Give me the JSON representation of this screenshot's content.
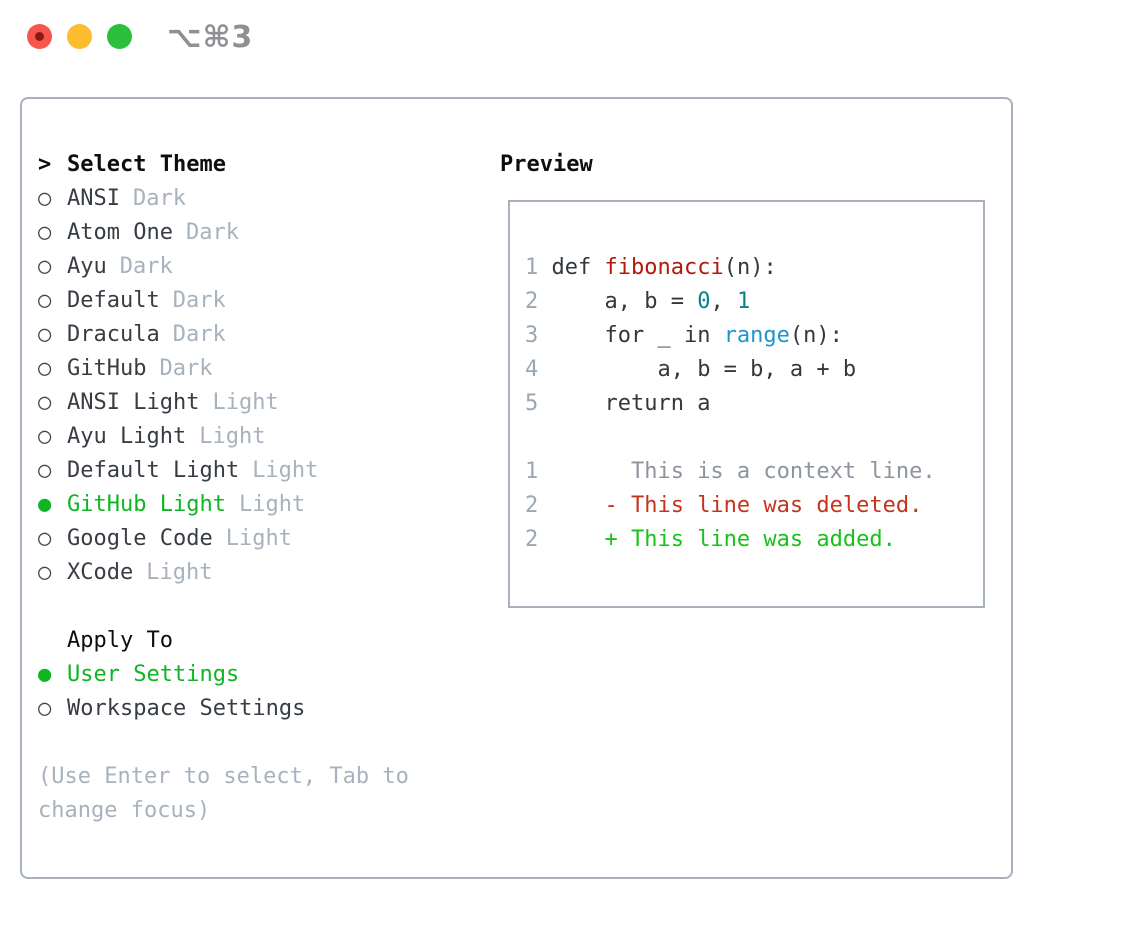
{
  "window": {
    "title": "⌥⌘3",
    "buttons": [
      "close",
      "minimize",
      "zoom"
    ]
  },
  "colors": {
    "selection_green": "#10b524",
    "added_green": "#17c316",
    "deleted_red": "#c5331f",
    "function_red": "#b2190b",
    "builtin_blue": "#1b95d2",
    "number_teal": "#0d8087",
    "context_gray": "#8e949c",
    "muted_gray": "#a8b2bd",
    "gutter_gray": "#9aa6b2",
    "border_gray": "#a8b1bb",
    "traffic_red": "#f5574e",
    "traffic_yellow": "#fdbc2e",
    "traffic_green": "#2bc03c"
  },
  "theme_panel": {
    "select": {
      "prompt_marker": ">",
      "title": "Select Theme"
    },
    "themes": [
      {
        "name": "ANSI",
        "variant": "Dark",
        "marker": "○",
        "state": "unselected"
      },
      {
        "name": "Atom One",
        "variant": "Dark",
        "marker": "○",
        "state": "unselected"
      },
      {
        "name": "Ayu",
        "variant": "Dark",
        "marker": "○",
        "state": "unselected"
      },
      {
        "name": "Default",
        "variant": "Dark",
        "marker": "○",
        "state": "unselected"
      },
      {
        "name": "Dracula",
        "variant": "Dark",
        "marker": "○",
        "state": "unselected"
      },
      {
        "name": "GitHub",
        "variant": "Dark",
        "marker": "○",
        "state": "unselected"
      },
      {
        "name": "ANSI Light",
        "variant": "Light",
        "marker": "○",
        "state": "unselected"
      },
      {
        "name": "Ayu Light",
        "variant": "Light",
        "marker": "○",
        "state": "unselected"
      },
      {
        "name": "Default Light",
        "variant": "Light",
        "marker": "○",
        "state": "unselected"
      },
      {
        "name": "GitHub Light",
        "variant": "Light",
        "marker": "●",
        "state": "selected"
      },
      {
        "name": "Google Code",
        "variant": "Light",
        "marker": "○",
        "state": "unselected"
      },
      {
        "name": "XCode",
        "variant": "Light",
        "marker": "○",
        "state": "unselected"
      }
    ],
    "apply_to": {
      "title": "Apply To",
      "options": [
        {
          "label": "User Settings",
          "marker": "●",
          "state": "selected"
        },
        {
          "label": "Workspace Settings",
          "marker": "○",
          "state": "unselected"
        }
      ]
    },
    "hint": "(Use Enter to select, Tab to\nchange focus)"
  },
  "preview": {
    "title": "Preview",
    "code": [
      {
        "num": "1",
        "s0": " def ",
        "s1": "fibonacci",
        "s2": "(n):"
      },
      {
        "num": "2",
        "s0": "     a, b = ",
        "s1": "0",
        "s2": ", ",
        "s3": "1"
      },
      {
        "num": "3",
        "s0": "     for _ in ",
        "s1": "range",
        "s2": "(n):"
      },
      {
        "num": "4",
        "s0": "         a, b = b, a + b"
      },
      {
        "num": "5",
        "s0": "     return a"
      }
    ],
    "diff": [
      {
        "num": "1",
        "body": "       This is a context line.",
        "kind": "context"
      },
      {
        "num": "2",
        "body": "     - This line was deleted.",
        "kind": "deleted"
      },
      {
        "num": "2",
        "body": "     + This line was added.",
        "kind": "added"
      }
    ]
  }
}
